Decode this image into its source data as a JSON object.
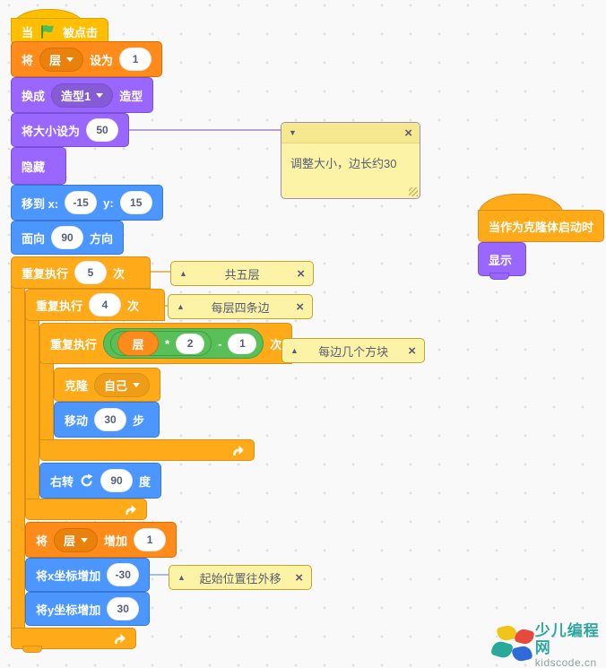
{
  "palette": {
    "motion": "#4C97FF",
    "looks": "#9966FF",
    "control": "#FFAB19",
    "events": "#FFBF00",
    "variables": "#FF8C1A",
    "operators": "#59C059",
    "comment_bg": "#FDF3A6",
    "comment_collapsed_border": "#C2A52A",
    "logo_teal": "#2EA89F",
    "canvas_bg": "#F9F9F9"
  },
  "ui": {
    "close_glyph": "×",
    "collapse_up": "▲",
    "collapse_down": "▼"
  },
  "script_main": {
    "when_flag": {
      "t1": "当",
      "t2": "被点击"
    },
    "set_layer": {
      "t1": "将",
      "dropdown": "层",
      "t2": "设为",
      "value": "1"
    },
    "switch_costume": {
      "t1": "换成",
      "dropdown": "造型1",
      "t2": "造型"
    },
    "set_size": {
      "t1": "将大小设为",
      "value": "50"
    },
    "hide": {
      "t1": "隐藏"
    },
    "goto_xy": {
      "t1": "移到 x:",
      "x": "-15",
      "t2": "y:",
      "y": "15"
    },
    "point_dir": {
      "t1": "面向",
      "value": "90",
      "t2": "方向"
    },
    "repeat_outer": {
      "t1": "重复执行",
      "value": "5",
      "t2": "次"
    },
    "repeat_mid": {
      "t1": "重复执行",
      "value": "4",
      "t2": "次"
    },
    "repeat_inner": {
      "t1": "重复执行",
      "var": "层",
      "op_mul": "*",
      "mul_value": "2",
      "op_sub": "-",
      "sub_value": "1",
      "t2": "次"
    },
    "create_clone": {
      "t1": "克隆",
      "dropdown": "自己"
    },
    "move_steps": {
      "t1": "移动",
      "value": "30",
      "t2": "步"
    },
    "turn_right": {
      "t1": "右转",
      "value": "90",
      "t2": "度"
    },
    "change_layer": {
      "t1": "将",
      "dropdown": "层",
      "t2": "增加",
      "value": "1"
    },
    "change_x": {
      "t1": "将x坐标增加",
      "value": "-30"
    },
    "change_y": {
      "t1": "将y坐标增加",
      "value": "30"
    }
  },
  "script_clone": {
    "when_clone_start": {
      "t1": "当作为克隆体启动时"
    },
    "show": {
      "t1": "显示"
    }
  },
  "comments": {
    "size_note": {
      "text": "调整大小，边长约30"
    },
    "five_layers": {
      "text": "共五层"
    },
    "four_sides": {
      "text": "每层四条边"
    },
    "blocks_per_side": {
      "text": "每边几个方块"
    },
    "start_pos": {
      "text": "起始位置往外移"
    }
  },
  "watermark": {
    "title": "少儿编程网",
    "subtitle": "kidscode.cn"
  }
}
